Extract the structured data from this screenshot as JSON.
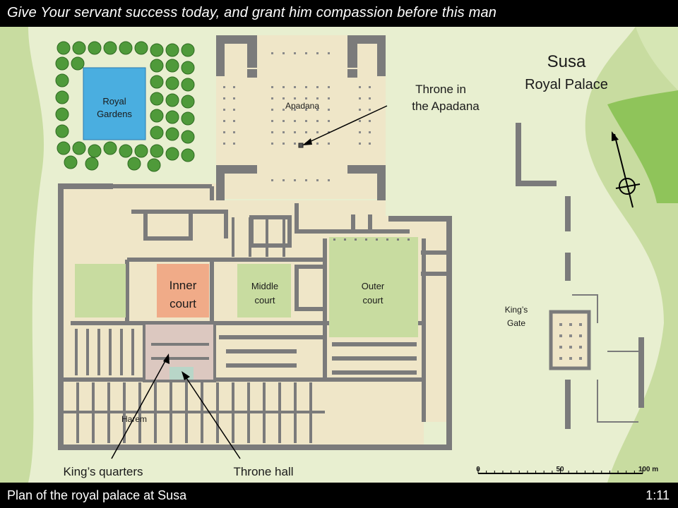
{
  "header": {
    "verse": "Give Your servant success today, and grant him compassion before this man"
  },
  "footer": {
    "caption": "Plan of the royal palace at Susa",
    "reference": "1:11"
  },
  "map": {
    "title_line1": "Susa",
    "title_line2": "Royal Palace",
    "labels": {
      "royal_gardens_1": "Royal",
      "royal_gardens_2": "Gardens",
      "apadana": "Apadana",
      "throne_apadana_1": "Throne in",
      "throne_apadana_2": "the Apadana",
      "inner_court_1": "Inner",
      "inner_court_2": "court",
      "middle_court_1": "Middle",
      "middle_court_2": "court",
      "outer_court_1": "Outer",
      "outer_court_2": "court",
      "kings_gate_1": "King’s",
      "kings_gate_2": "Gate",
      "harem": "Harem",
      "kings_quarters": "King’s quarters",
      "throne_hall": "Throne hall"
    },
    "scale": {
      "ticks": [
        "0",
        "50",
        "100 m"
      ]
    },
    "colors": {
      "palace_floor": "#efe6c8",
      "wall": "#7b7b7b",
      "court_green": "#c8dca0",
      "inner_court": "#f0ab88",
      "throne_hall": "#dcc8c0",
      "garden_pool": "#4aaee0",
      "terrain_light": "#e8efd0",
      "terrain_dark": "#8fc45a"
    }
  }
}
